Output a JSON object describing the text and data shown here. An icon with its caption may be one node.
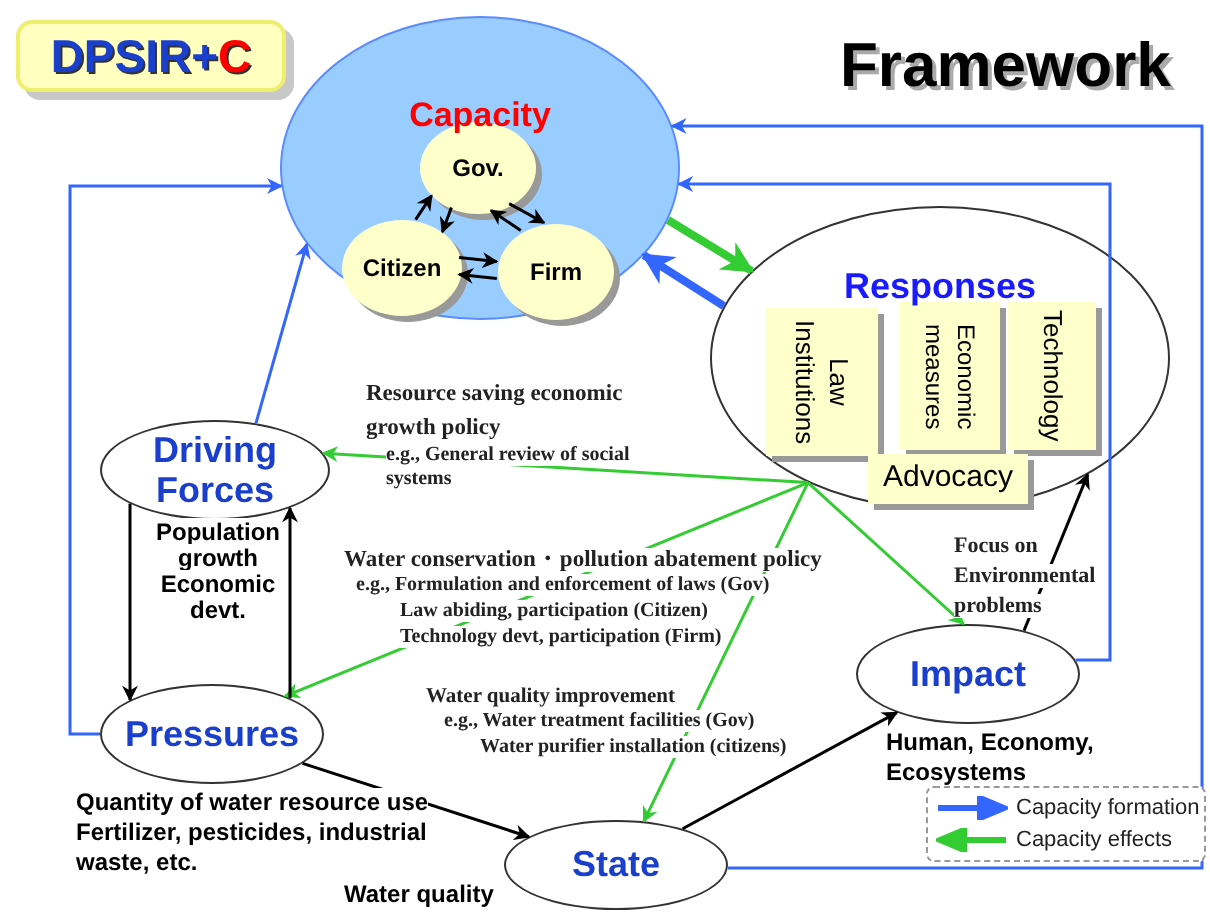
{
  "diagram": {
    "title": "Framework",
    "nodes": [
      {
        "text": [
          "DPSIR+",
          "C"
        ]
      },
      {
        "text": [
          "Capacity"
        ]
      },
      {
        "text": [
          "Gov."
        ],
        "in": 1
      },
      {
        "text": [
          "Citizen"
        ],
        "in": 1
      },
      {
        "text": [
          "Firm"
        ],
        "in": 1
      },
      {
        "text": [
          "Responses"
        ]
      },
      {
        "text": [
          "Law Institutions"
        ],
        "in": 5
      },
      {
        "text": [
          "Economic measures"
        ],
        "in": 5
      },
      {
        "text": [
          "Technology"
        ],
        "in": 5
      },
      {
        "text": [
          "Advocacy"
        ],
        "in": 5
      },
      {
        "text": [
          "Driving Forces"
        ],
        "beside": [
          "Population growth Economic devt."
        ]
      },
      {
        "text": [
          "Pressures"
        ],
        "beside": [
          "Quantity of water resource use Fertilizer, pesticides, industrial waste, etc."
        ]
      },
      {
        "text": [
          "State"
        ],
        "beside": [
          "Water quality"
        ]
      },
      {
        "text": [
          "Impact"
        ],
        "beside": [
          "Human, Economy, Ecosystems"
        ]
      }
    ],
    "edges": [
      {
        "from": 2,
        "to": 3,
        "arrow": "to"
      },
      {
        "from": 3,
        "to": 2,
        "arrow": "to"
      },
      {
        "from": 2,
        "to": 4,
        "arrow": "to"
      },
      {
        "from": 4,
        "to": 2,
        "arrow": "to"
      },
      {
        "from": 3,
        "to": 4,
        "arrow": "to"
      },
      {
        "from": 4,
        "to": 3,
        "arrow": "to"
      },
      {
        "from": 1,
        "to": 5,
        "arrow": "to",
        "style": "thick",
        "color": "#33cc33"
      },
      {
        "from": 5,
        "to": 1,
        "arrow": "to",
        "style": "thick",
        "color": "#3366ff"
      },
      {
        "from": 10,
        "to": 1,
        "arrow": "to",
        "color": "#3366ff"
      },
      {
        "from": 11,
        "to": 1,
        "arrow": "to",
        "color": "#3366ff"
      },
      {
        "from": 12,
        "to": 1,
        "arrow": "to",
        "color": "#3366ff"
      },
      {
        "from": 13,
        "to": 1,
        "arrow": "to",
        "color": "#3366ff"
      },
      {
        "from": 5,
        "to": 10,
        "arrow": "to",
        "color": "#33cc33",
        "label": "Resource saving economic growth policy"
      },
      {
        "from": 5,
        "to": 11,
        "arrow": "to",
        "color": "#33cc33",
        "label": "Water conservation・pollution abatement policy"
      },
      {
        "from": 5,
        "to": 12,
        "arrow": "to",
        "color": "#33cc33",
        "label": "Water quality improvement"
      },
      {
        "from": 5,
        "to": 13,
        "arrow": "to",
        "color": "#33cc33"
      },
      {
        "from": 10,
        "to": 11,
        "arrow": "to"
      },
      {
        "from": 11,
        "to": 10,
        "arrow": "to"
      },
      {
        "from": 11,
        "to": 12,
        "arrow": "to"
      },
      {
        "from": 12,
        "to": 13,
        "arrow": "to"
      },
      {
        "from": 13,
        "to": 5,
        "arrow": "to",
        "label": "Focus on Environmental problems"
      }
    ],
    "labels": [
      "e.g., General review of social systems",
      "e.g., Formulation and enforcement of laws (Gov)",
      "Law abiding, participation (Citizen)",
      "Technology devt, participation (Firm)",
      "e.g., Water treatment facilities (Gov)",
      "Water purifier installation (citizens)"
    ],
    "legend": [
      {
        "text": "Capacity formation"
      },
      {
        "text": "Capacity effects"
      }
    ]
  }
}
